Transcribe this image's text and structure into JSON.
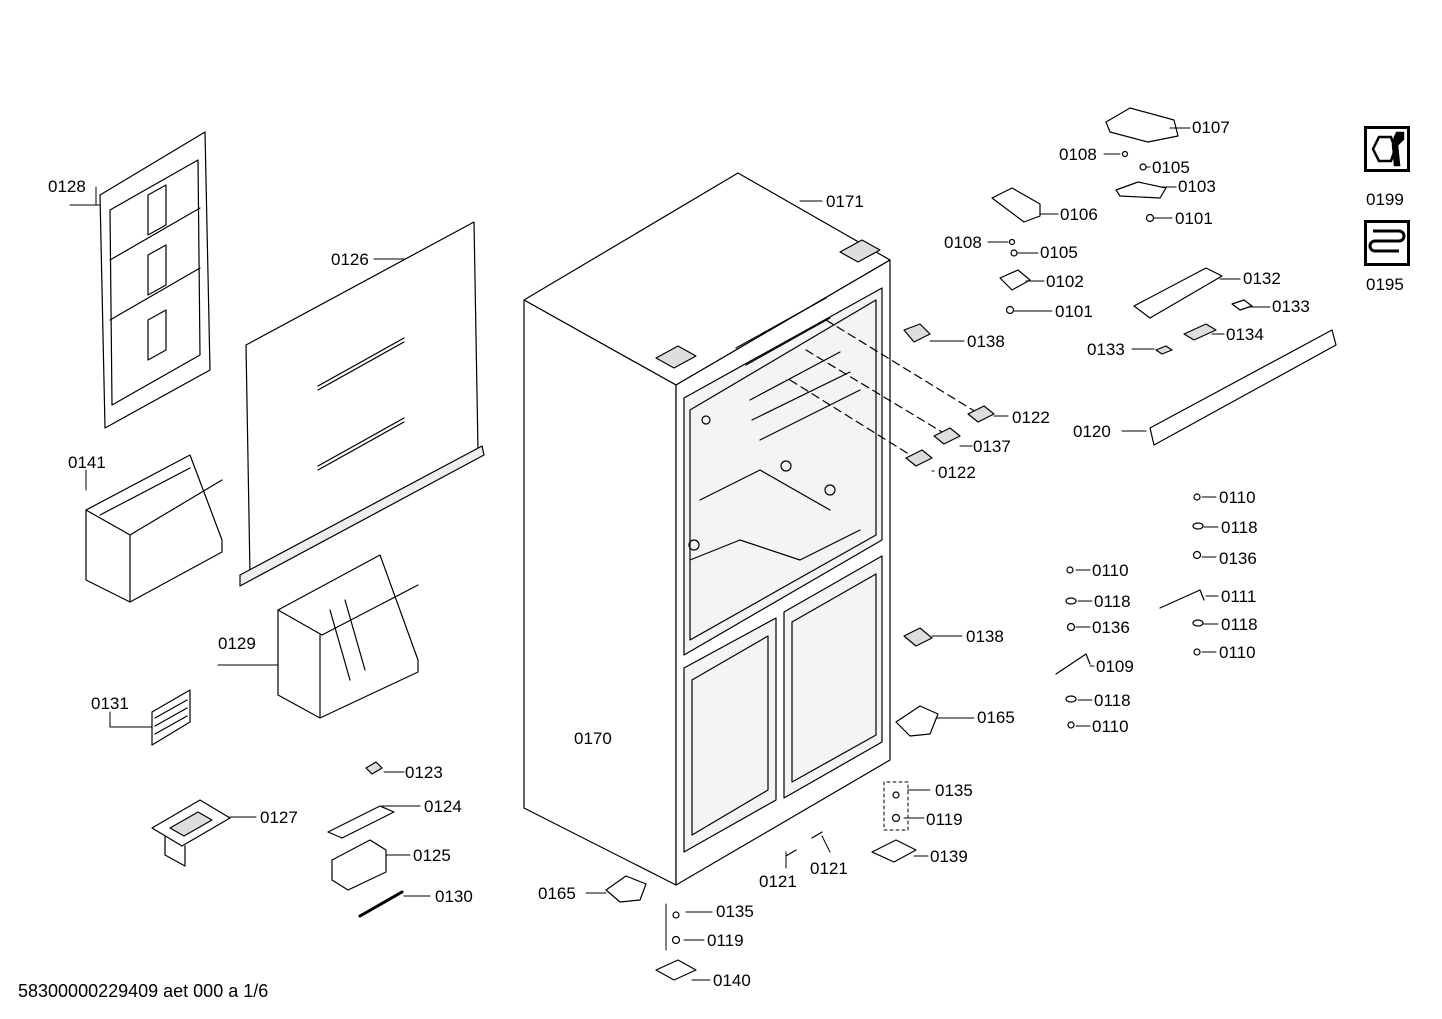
{
  "document_code": "58300000229409 aet 000 a 1/6",
  "legend_icons": [
    {
      "code": "0199",
      "icon": "tools-icon"
    },
    {
      "code": "0195",
      "icon": "heating-coil-icon"
    }
  ],
  "callouts": {
    "c0107": "0107",
    "c0108a": "0108",
    "c0105a": "0105",
    "c0103": "0103",
    "c0101a": "0101",
    "c0106": "0106",
    "c0108b": "0108",
    "c0105b": "0105",
    "c0102": "0102",
    "c0101b": "0101",
    "c0132": "0132",
    "c0133a": "0133",
    "c0133b": "0133",
    "c0134": "0134",
    "c0120": "0120",
    "c0171": "0171",
    "c0128": "0128",
    "c0126": "0126",
    "c0141": "0141",
    "c0129": "0129",
    "c0131": "0131",
    "c0138a": "0138",
    "c0122a": "0122",
    "c0137": "0137",
    "c0122b": "0122",
    "c0138b": "0138",
    "c0170": "0170",
    "c0165a": "0165",
    "c0165b": "0165",
    "c0110a": "0110",
    "c0118a": "0118",
    "c0136a": "0136",
    "c0111": "0111",
    "c0118b": "0118",
    "c0110b": "0110",
    "c0110c": "0110",
    "c0118c": "0118",
    "c0136b": "0136",
    "c0109": "0109",
    "c0118d": "0118",
    "c0110d": "0110",
    "c0135a": "0135",
    "c0119a": "0119",
    "c0139": "0139",
    "c0121a": "0121",
    "c0121b": "0121",
    "c0135b": "0135",
    "c0119b": "0119",
    "c0140": "0140",
    "c0123": "0123",
    "c0124": "0124",
    "c0125": "0125",
    "c0127": "0127",
    "c0130": "0130"
  }
}
